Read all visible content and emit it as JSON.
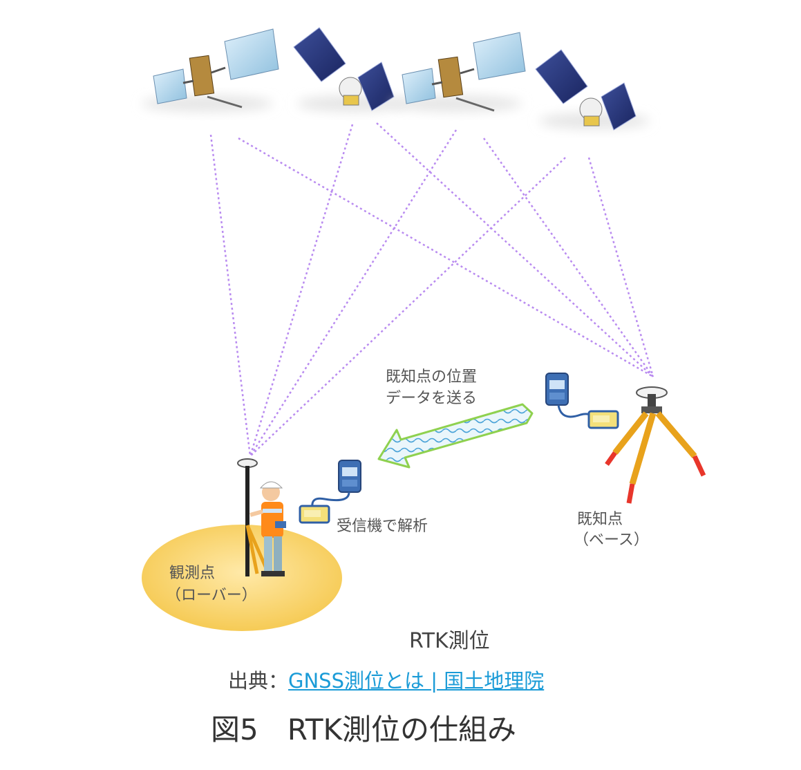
{
  "labels": {
    "send_line1": "既知点の位置",
    "send_line2": "データを送る",
    "receiver_analysis": "受信機で解析",
    "base_line1": "既知点",
    "base_line2": "（ベース）",
    "rover_line1": "観測点",
    "rover_line2": "（ローバー）",
    "diagram_title": "RTK測位"
  },
  "source": {
    "prefix": "出典：",
    "link_text": "GNSS測位とは | 国土地理院"
  },
  "caption": "図5　RTK測位の仕組み",
  "colors": {
    "signal_line": "#b98bf0",
    "link": "#1a9bd7",
    "ellipse": "#f7cf63",
    "tripod_leg": "#e8a21c",
    "tripod_tip": "#e8362b",
    "arrow_outline": "#8fd14f"
  },
  "icons": [
    "satellite-icon",
    "receiver-icon",
    "controller-icon",
    "tripod-icon",
    "surveyor-icon"
  ]
}
